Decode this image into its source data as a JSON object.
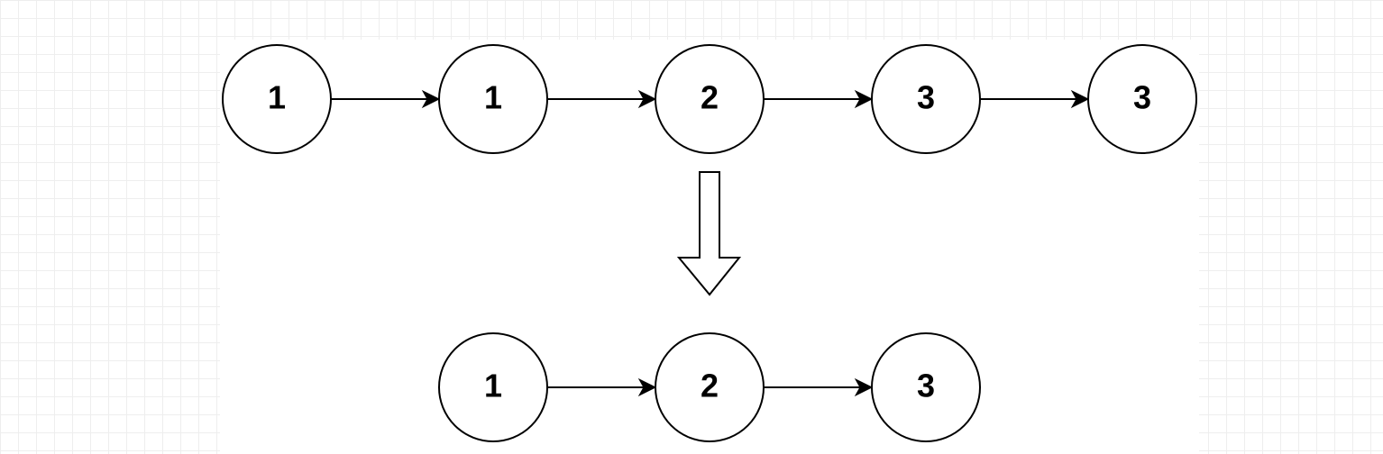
{
  "diagram": {
    "input_list": {
      "nodes": [
        "1",
        "1",
        "2",
        "3",
        "3"
      ]
    },
    "output_list": {
      "nodes": [
        "1",
        "2",
        "3"
      ]
    },
    "colors": {
      "stroke": "#000000",
      "fill": "#ffffff",
      "grid": "#eeeeee"
    }
  }
}
